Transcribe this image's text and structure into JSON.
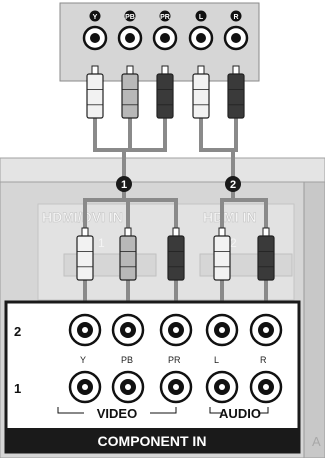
{
  "source_device": {
    "jacks": [
      {
        "label": "Y",
        "plug_color": "#f2f2f2"
      },
      {
        "label": "PB",
        "plug_color": "#b8b8b8"
      },
      {
        "label": "PR",
        "plug_color": "#3a3a3a"
      },
      {
        "label": "L",
        "plug_color": "#f2f2f2"
      },
      {
        "label": "R",
        "plug_color": "#3a3a3a"
      }
    ]
  },
  "cables": [
    {
      "number": "1"
    },
    {
      "number": "2"
    }
  ],
  "tv_panel": {
    "hdmi_dvi_label": "HDMI/DVI IN",
    "hdmi_label": "HDMI IN",
    "hdmi_port_1": "1",
    "hdmi_port_2": "2",
    "row_labels": [
      "2",
      "1"
    ],
    "jack_labels": [
      "Y",
      "PB",
      "PR",
      "L",
      "R"
    ],
    "video_label": "VIDEO",
    "audio_label": "AUDIO",
    "component_in_label": "COMPONENT IN",
    "edge_letter": "A"
  },
  "colors": {
    "panel_bg": "#dcdcdc",
    "device_bg": "#dcdcdc",
    "cable": "#8a8a8a",
    "component_bar": "#1a1a1a"
  }
}
